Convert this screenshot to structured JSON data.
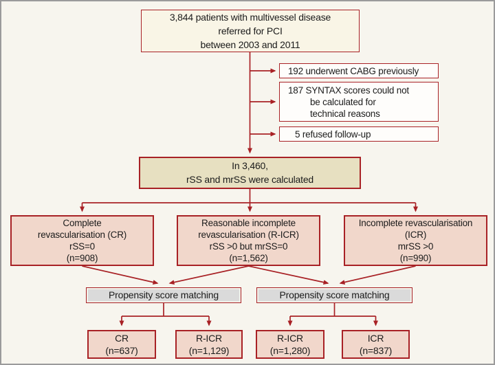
{
  "palette": {
    "background": "#f7f5ee",
    "accent_red": "#a82125",
    "cream_fill": "#f9f5e6",
    "tan_fill": "#e7e0c1",
    "pink_fill": "#f1d7cb",
    "gray_fill": "#dadada",
    "frame_gray": "#9b9b9b"
  },
  "flowchart": {
    "top_box": {
      "lines": [
        "3,844 patients with multivessel disease",
        "referred for PCI",
        "between 2003 and 2011"
      ]
    },
    "exclusion_boxes": [
      {
        "lines": [
          "192 underwent CABG previously"
        ]
      },
      {
        "lines": [
          "187 SYNTAX scores could not",
          "be calculated for",
          "technical reasons"
        ]
      },
      {
        "lines": [
          "5 refused follow-up"
        ]
      }
    ],
    "calculated_box": {
      "lines": [
        "In 3,460,",
        "rSS and mrSS were calculated"
      ]
    },
    "group_boxes": [
      {
        "lines": [
          "Complete",
          "revascularisation (CR)",
          "rSS=0",
          "(n=908)"
        ]
      },
      {
        "lines": [
          "Reasonable incomplete",
          "revascularisation (R-ICR)",
          "rSS >0 but mrSS=0",
          "(n=1,562)"
        ]
      },
      {
        "lines": [
          "Incomplete revascularisation",
          "(ICR)",
          "mrSS >0",
          "(n=990)"
        ]
      }
    ],
    "matching_boxes": [
      {
        "label": "Propensity score matching"
      },
      {
        "label": "Propensity score matching"
      }
    ],
    "matched_boxes": [
      {
        "lines": [
          "CR",
          "(n=637)"
        ]
      },
      {
        "lines": [
          "R-ICR",
          "(n=1,129)"
        ]
      },
      {
        "lines": [
          "R-ICR",
          "(n=1,280)"
        ]
      },
      {
        "lines": [
          "ICR",
          "(n=837)"
        ]
      }
    ]
  }
}
